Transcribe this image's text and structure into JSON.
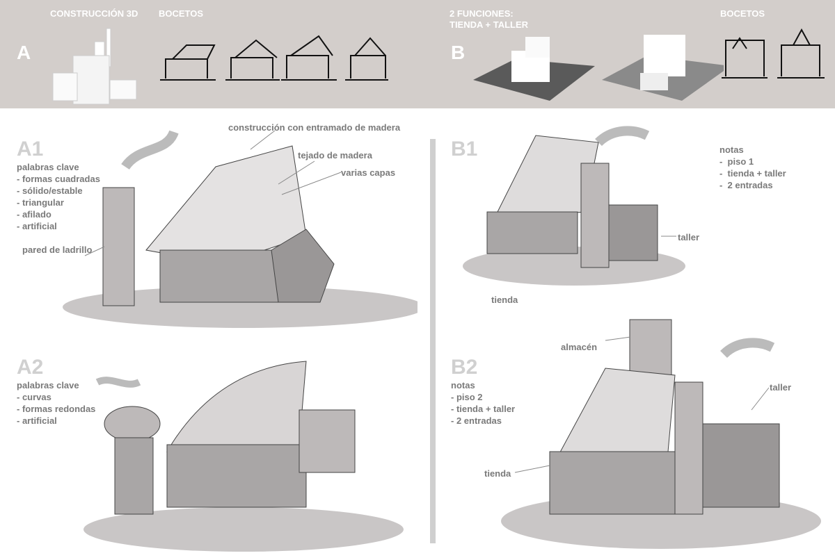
{
  "header": {
    "section_a": "A",
    "section_b": "B",
    "a_construction": "CONSTRUCCIÓN 3D",
    "a_sketches": "BOCETOS",
    "b_functions_line1": "2 FUNCIONES:",
    "b_functions_line2": "TIENDA + TALLER",
    "b_sketches": "BOCETOS"
  },
  "a1": {
    "title": "A1",
    "notes": "palabras clave\n- formas cuadradas\n- sólido/estable\n- triangular\n- afilado\n- artificial",
    "labels": {
      "frame": "construcción con entramado de madera",
      "roof": "tejado de madera",
      "layers": "varias capas",
      "brick": "pared de ladrillo"
    }
  },
  "a2": {
    "title": "A2",
    "notes": "palabras clave\n- curvas\n- formas redondas\n- artificial"
  },
  "b1": {
    "title": "B1",
    "notes": "notas\n-  piso 1\n-  tienda + taller\n-  2 entradas",
    "labels": {
      "workshop": "taller",
      "shop": "tienda"
    }
  },
  "b2": {
    "title": "B2",
    "notes": "notas\n- piso 2\n- tienda + taller\n- 2 entradas",
    "labels": {
      "storage": "almacén",
      "workshop": "taller",
      "shop": "tienda"
    }
  },
  "colors": {
    "header_bg": "#d3cecb",
    "text": "#7a7a7a",
    "section_title": "#d0d0d0"
  }
}
